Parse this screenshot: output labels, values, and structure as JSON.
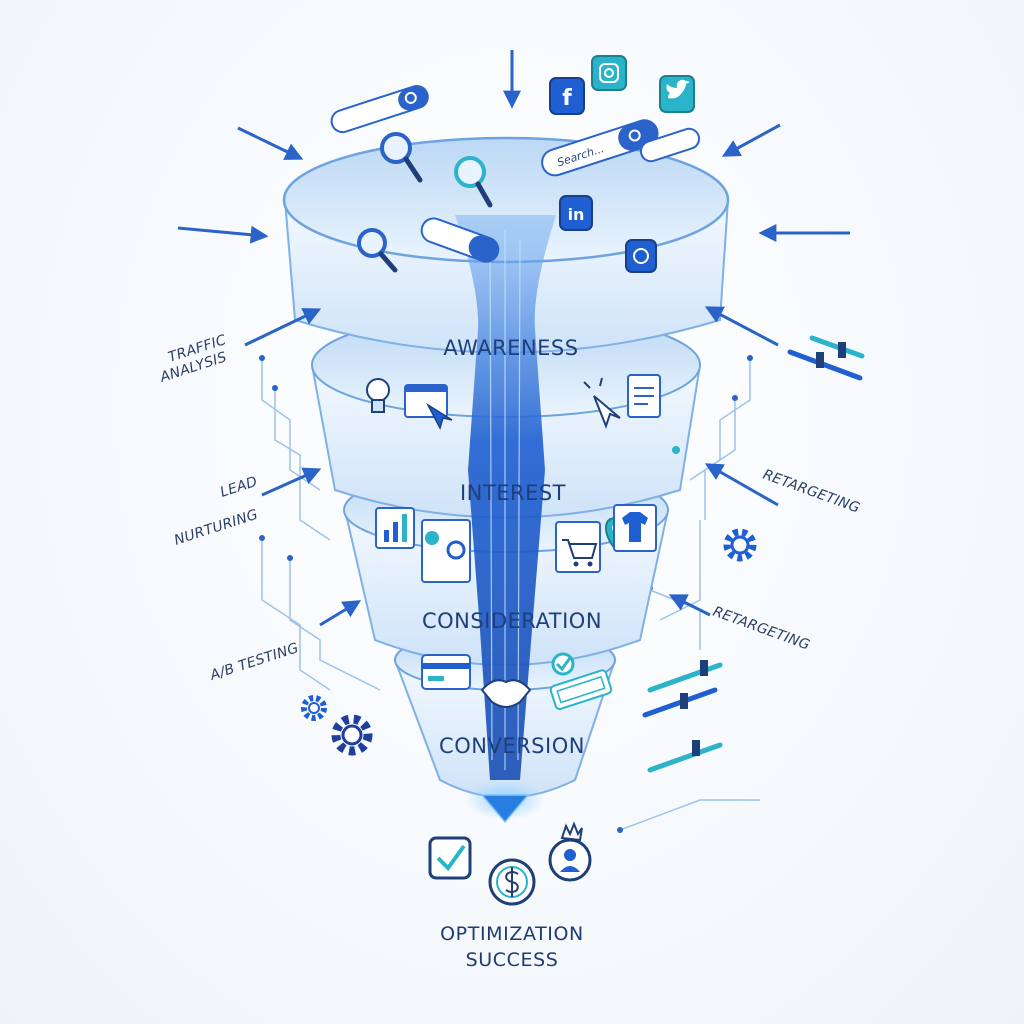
{
  "funnel": {
    "stages": [
      {
        "label": "AWARENESS"
      },
      {
        "label": "INTEREST"
      },
      {
        "label": "CONSIDERATION"
      },
      {
        "label": "CONVERSION"
      }
    ]
  },
  "side_labels": {
    "traffic_analysis": [
      "TRAFFIC",
      "ANALYSIS"
    ],
    "lead_nurturing": [
      "LEAD",
      "NURTURING"
    ],
    "ab_testing": "A/B TESTING",
    "retargeting_upper": "RETARGETING",
    "retargeting_lower": "RETARGETING"
  },
  "search_bar": {
    "placeholder": "Search..."
  },
  "outcome": {
    "line1": "OPTIMIZATION",
    "line2": "SUCCESS"
  },
  "social_icons": {
    "facebook": "f",
    "linkedin": "in"
  },
  "icons": [
    "search-icon",
    "magnifier-icon",
    "facebook-icon",
    "instagram-icon",
    "twitter-icon",
    "linkedin-icon",
    "threads-icon",
    "lightbulb-icon",
    "browser-cursor-icon",
    "cursor-click-icon",
    "document-icon",
    "bar-chart-icon",
    "report-icon",
    "shopping-cart-icon",
    "location-pin-icon",
    "shirt-icon",
    "credit-card-icon",
    "handshake-icon",
    "checkmark-icon",
    "ticket-icon",
    "gear-icon",
    "slider-icon",
    "checkbox-icon",
    "dollar-coin-icon",
    "user-avatar-icon",
    "crown-icon"
  ],
  "colors": {
    "primary": "#1f5fd1",
    "accent": "#2bb3c9",
    "light": "#dbeafb",
    "dark": "#1f3f7a"
  }
}
